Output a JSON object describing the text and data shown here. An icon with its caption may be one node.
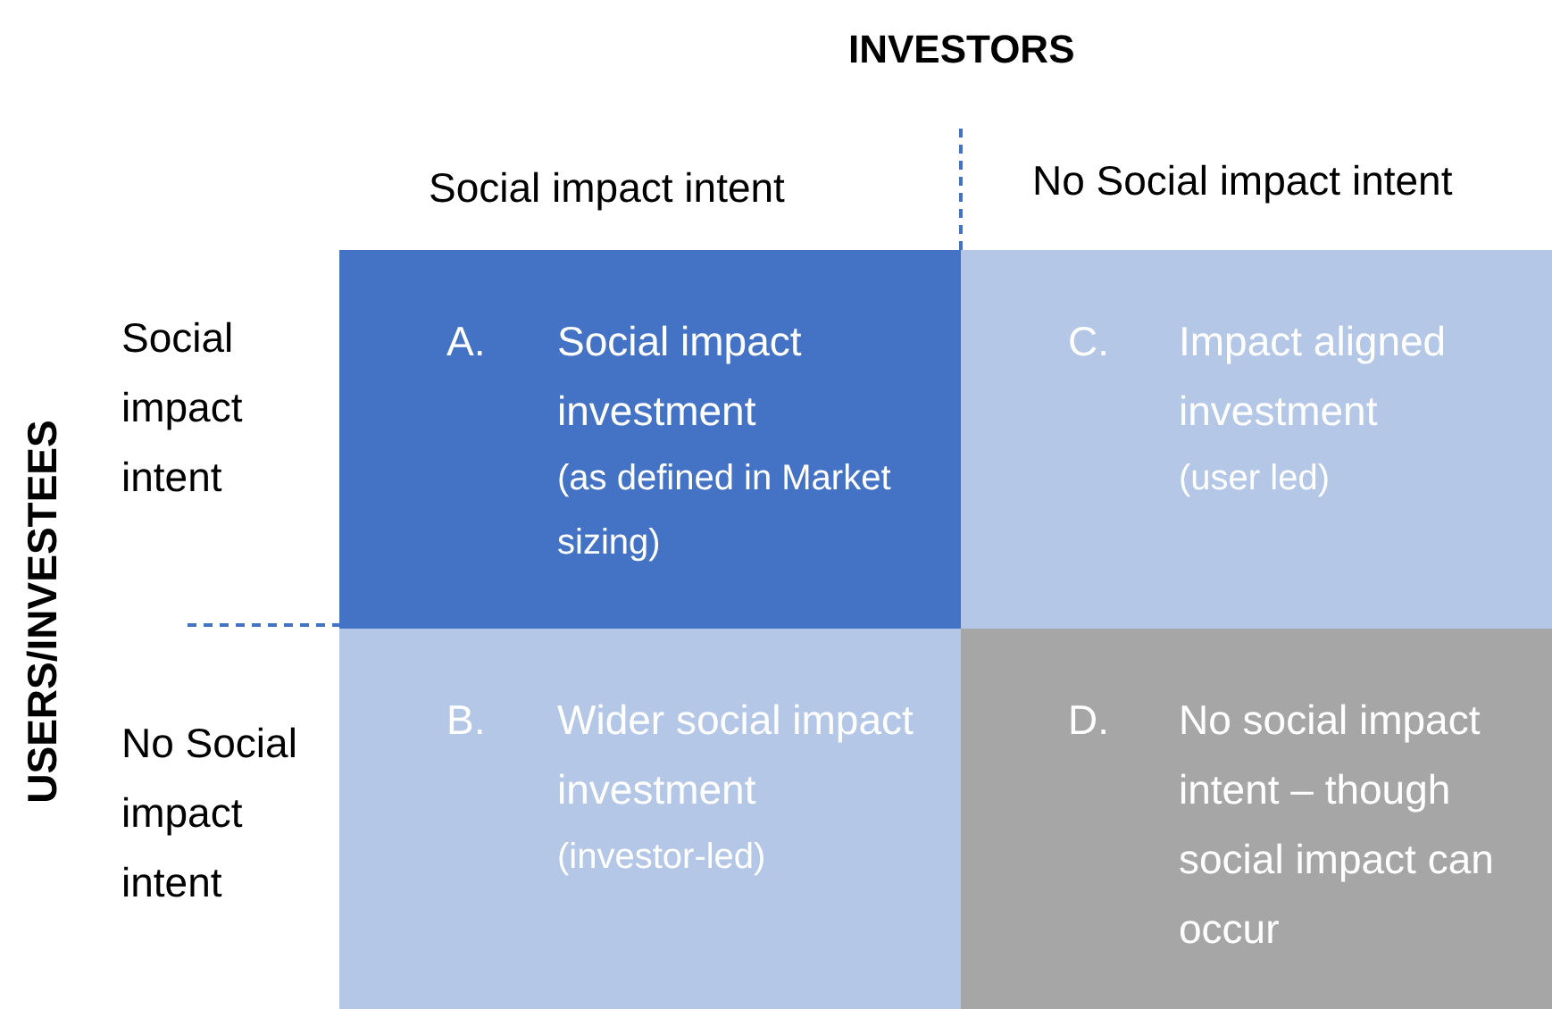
{
  "diagram": {
    "nodes": [
      {
        "text": [
          "A.",
          "Social impact investment",
          "(as defined in Market sizing)"
        ]
      },
      {
        "text": [
          "C.",
          "Impact aligned investment",
          "(user led)"
        ]
      },
      {
        "text": [
          "B.",
          "Wider social impact investment",
          "(investor-led)"
        ]
      },
      {
        "text": [
          "D.",
          "No social impact intent – though social impact can occur"
        ]
      }
    ],
    "edges": [],
    "labels": [
      "INVESTORS",
      "Social impact intent",
      "No Social impact intent",
      "USERS/INVESTEES",
      "Social impact intent",
      "No Social impact intent"
    ]
  }
}
